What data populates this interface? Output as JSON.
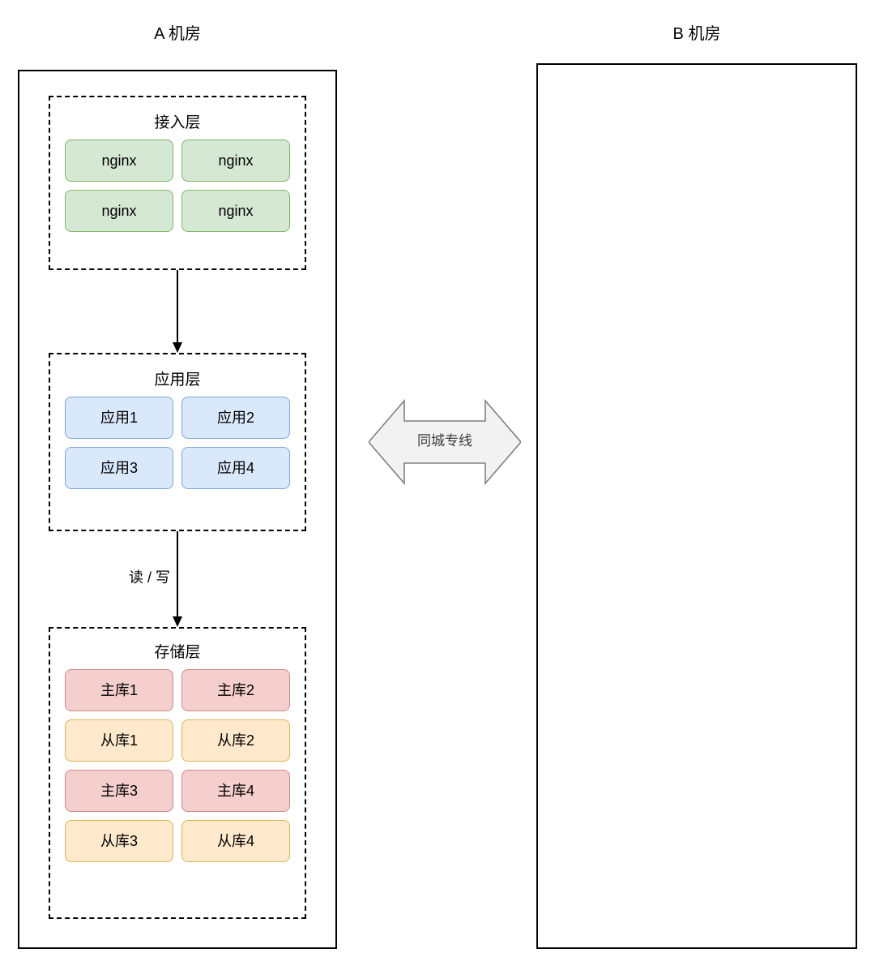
{
  "datacenters": [
    {
      "title": "A 机房",
      "layers": [
        {
          "name": "接入层",
          "nodes": [
            "nginx",
            "nginx",
            "nginx",
            "nginx"
          ]
        },
        {
          "name": "应用层",
          "nodes": [
            "应用1",
            "应用2",
            "应用3",
            "应用4"
          ]
        },
        {
          "name": "存储层",
          "nodes": [
            "主库1",
            "主库2",
            "从库1",
            "从库2",
            "主库3",
            "主库4",
            "从库3",
            "从库4"
          ]
        }
      ]
    },
    {
      "title": "B 机房",
      "layers": []
    }
  ],
  "connectors": [
    {
      "label": ""
    },
    {
      "label": "读 / 写"
    }
  ],
  "link": {
    "label": "同城专线"
  },
  "colors": {
    "access_fill": "#d5e8d4",
    "access_stroke": "#82b366",
    "app_fill": "#dae8fc",
    "app_stroke": "#7ea6d8",
    "primary_db_fill": "#f5cfcd",
    "primary_db_stroke": "#c98b88",
    "replica_db_fill": "#ffe9cc",
    "replica_db_stroke": "#d6b656",
    "box_stroke": "#000000",
    "link_fill": "#f2f2f2",
    "link_stroke": "#808080"
  }
}
